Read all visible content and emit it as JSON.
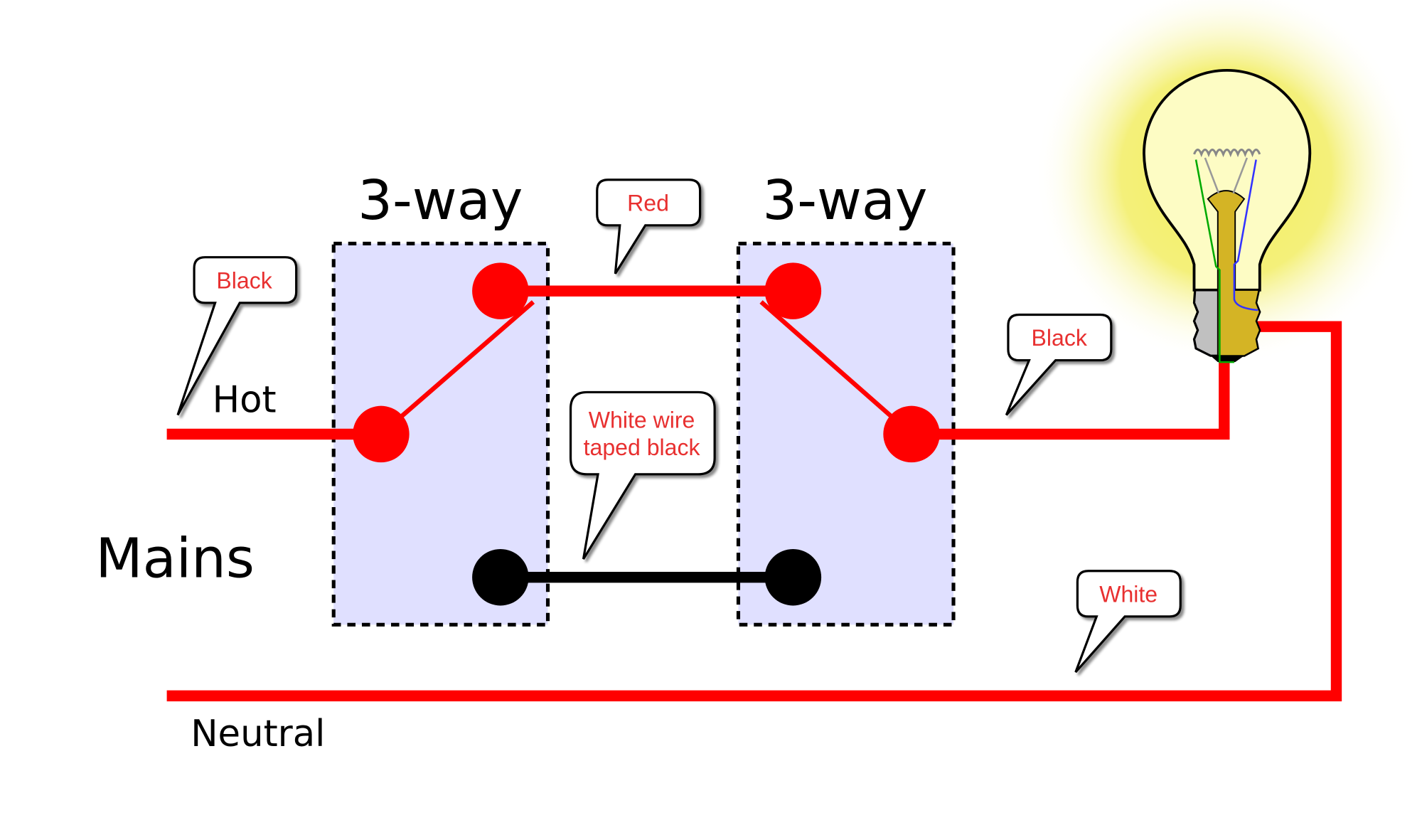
{
  "title_left": "3-way",
  "title_right": "3-way",
  "labels": {
    "hot": "Hot",
    "mains": "Mains",
    "neutral": "Neutral"
  },
  "callouts": {
    "black_left": "Black",
    "red": "Red",
    "white_wire_line1": "White wire",
    "white_wire_line2": "taped black",
    "black_right": "Black",
    "white": "White"
  },
  "colors": {
    "wire_hot": "#ff0000",
    "traveler_black": "#000000",
    "switch_box_fill": "#e0e0ff",
    "bulb_base": "#d4b425",
    "glow": "#f2ee5c"
  }
}
